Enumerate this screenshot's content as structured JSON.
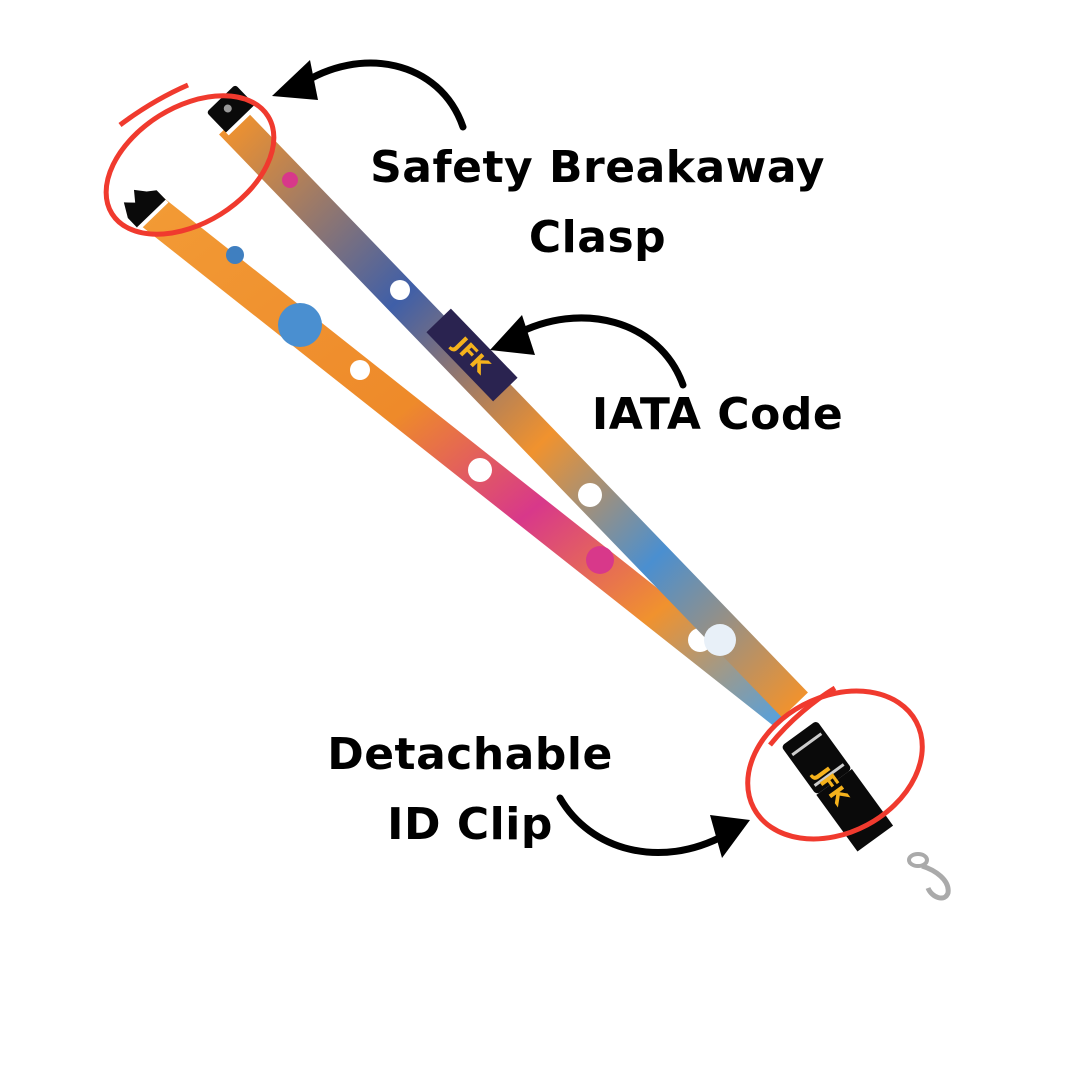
{
  "annotations": {
    "clasp": {
      "line1": "Safety Breakaway",
      "line2": "Clasp"
    },
    "iata": {
      "line1": "IATA Code"
    },
    "clip": {
      "line1": "Detachable",
      "line2": "ID Clip"
    }
  },
  "lanyard": {
    "iata_code": "JFK",
    "tab_code": "JFK"
  },
  "colors": {
    "highlight": "#f03a2e",
    "strap_orange": "#f0922e",
    "strap_blue": "#3f7fc0",
    "buckle": "#0a0a0a",
    "code_text": "#f5b21c"
  }
}
